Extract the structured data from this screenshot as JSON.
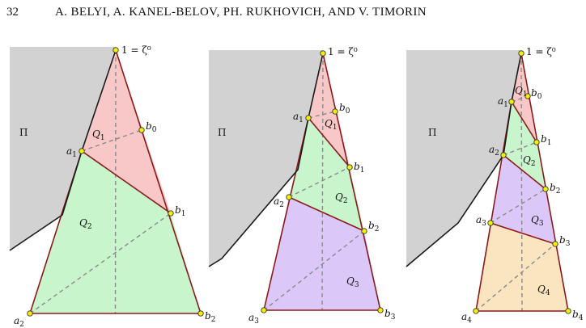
{
  "header": {
    "page_number": "32",
    "running_head": "A. BELYI, A. KANEL-BELOV, PH. RUKHOVICH, AND V. TIMORIN"
  },
  "figure": {
    "colors": {
      "region_pi": "#d2d2d2",
      "q1": "#f8c8c8",
      "q2": "#c8f5cc",
      "q3": "#dcc8f8",
      "q4": "#fbe4c0",
      "edge": "#8b1a1a",
      "dashed": "#8a8a8a",
      "vertex": "#f2f200",
      "boundary": "#1a1a1a"
    },
    "top_label": "1 = ζ⁰",
    "region_label": "Π",
    "panels": [
      {
        "vertices": [
          {
            "name": "a",
            "sub": "1"
          },
          {
            "name": "b",
            "sub": "0"
          },
          {
            "name": "b",
            "sub": "1"
          },
          {
            "name": "a",
            "sub": "2"
          },
          {
            "name": "b",
            "sub": "2"
          }
        ],
        "regions": [
          {
            "name": "Q",
            "sub": "1"
          },
          {
            "name": "Q",
            "sub": "2"
          }
        ]
      },
      {
        "vertices": [
          {
            "name": "a",
            "sub": "1"
          },
          {
            "name": "b",
            "sub": "0"
          },
          {
            "name": "b",
            "sub": "1"
          },
          {
            "name": "a",
            "sub": "2"
          },
          {
            "name": "b",
            "sub": "2"
          },
          {
            "name": "a",
            "sub": "3"
          },
          {
            "name": "b",
            "sub": "3"
          }
        ],
        "regions": [
          {
            "name": "Q",
            "sub": "1"
          },
          {
            "name": "Q",
            "sub": "2"
          },
          {
            "name": "Q",
            "sub": "3"
          }
        ]
      },
      {
        "vertices": [
          {
            "name": "a",
            "sub": "1"
          },
          {
            "name": "b",
            "sub": "0"
          },
          {
            "name": "b",
            "sub": "1"
          },
          {
            "name": "a",
            "sub": "2"
          },
          {
            "name": "b",
            "sub": "2"
          },
          {
            "name": "a",
            "sub": "3"
          },
          {
            "name": "b",
            "sub": "3"
          },
          {
            "name": "a",
            "sub": "4"
          },
          {
            "name": "b",
            "sub": "4"
          }
        ],
        "regions": [
          {
            "name": "Q",
            "sub": "1"
          },
          {
            "name": "Q",
            "sub": "2"
          },
          {
            "name": "Q",
            "sub": "3"
          },
          {
            "name": "Q",
            "sub": "4"
          }
        ]
      }
    ]
  }
}
